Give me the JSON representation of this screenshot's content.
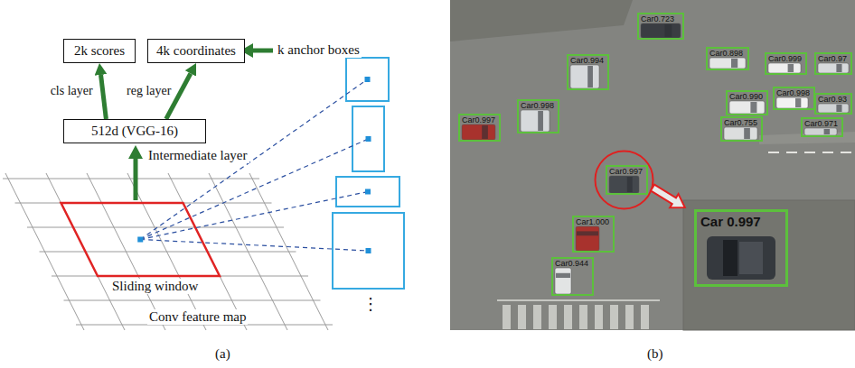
{
  "diagram": {
    "nodes": [
      {
        "text": [
          "2k scores"
        ]
      },
      {
        "text": [
          "4k coordinates"
        ]
      },
      {
        "text": [
          "512d (VGG-16)"
        ]
      },
      {
        "text": [
          "Car0.723"
        ]
      },
      {
        "text": [
          "Car0.994"
        ]
      },
      {
        "text": [
          "Car0.898"
        ]
      },
      {
        "text": [
          "Car0.999"
        ]
      },
      {
        "text": [
          "Car0.97"
        ]
      },
      {
        "text": [
          "Car0.997"
        ]
      },
      {
        "text": [
          "Car0.998"
        ]
      },
      {
        "text": [
          "Car0.990"
        ]
      },
      {
        "text": [
          "Car0.998"
        ]
      },
      {
        "text": [
          "Car0.93"
        ]
      },
      {
        "text": [
          "Car0.755"
        ]
      },
      {
        "text": [
          "Car0.971"
        ]
      },
      {
        "text": [
          "Car0.997"
        ]
      },
      {
        "text": [
          "Car1.000"
        ]
      },
      {
        "text": [
          "Car0.944"
        ]
      },
      {
        "text": [
          "Car 0.997"
        ]
      }
    ],
    "edges": [
      {
        "from": 2,
        "to": 0,
        "arrow": "to",
        "label": "cls layer"
      },
      {
        "from": 2,
        "to": 1,
        "arrow": "to",
        "label": "reg layer"
      }
    ],
    "labels": [
      "k anchor boxes",
      "Intermediate layer",
      "Sliding window",
      "Conv feature map",
      "⋮",
      "(a)",
      "(b)"
    ]
  }
}
